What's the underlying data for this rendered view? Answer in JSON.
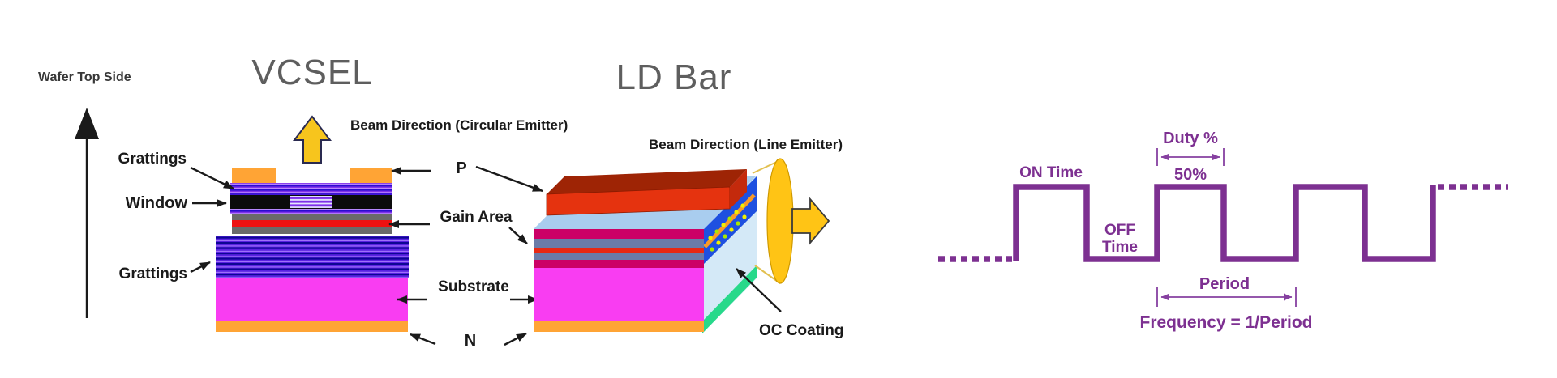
{
  "vcsel": {
    "wafer_label": "Wafer Top Side",
    "title": "VCSEL",
    "beam_label": "Beam Direction (Circular Emitter)",
    "gratings_top_label": "Grattings",
    "window_label": "Window",
    "gratings_bottom_label": "Grattings"
  },
  "shared_labels": {
    "p": "P",
    "gain_area": "Gain Area",
    "substrate": "Substrate",
    "n": "N"
  },
  "ld_bar": {
    "title": "LD Bar",
    "beam_label": "Beam Direction (Line Emitter)",
    "oc_coating_label": "OC Coating"
  },
  "waveform": {
    "duty_label": "Duty %",
    "duty_value": "50%",
    "on_time_label": "ON Time",
    "off_time_line1": "OFF",
    "off_time_line2": "Time",
    "period_label": "Period",
    "frequency_label": "Frequency = 1/Period"
  },
  "colors": {
    "accent_purple": "#7d3091",
    "title_gray": "#5e5e5e",
    "beam_gold": "#f7c51d",
    "substrate_magenta": "#f93df2",
    "contact_orange": "#ffa435",
    "crimson_layer": "#cc0066",
    "grating_purple": "#7e2fea",
    "emission_blue": "#1e50e0",
    "oc_green": "#27d98a",
    "ridge_red": "#e5330f"
  }
}
